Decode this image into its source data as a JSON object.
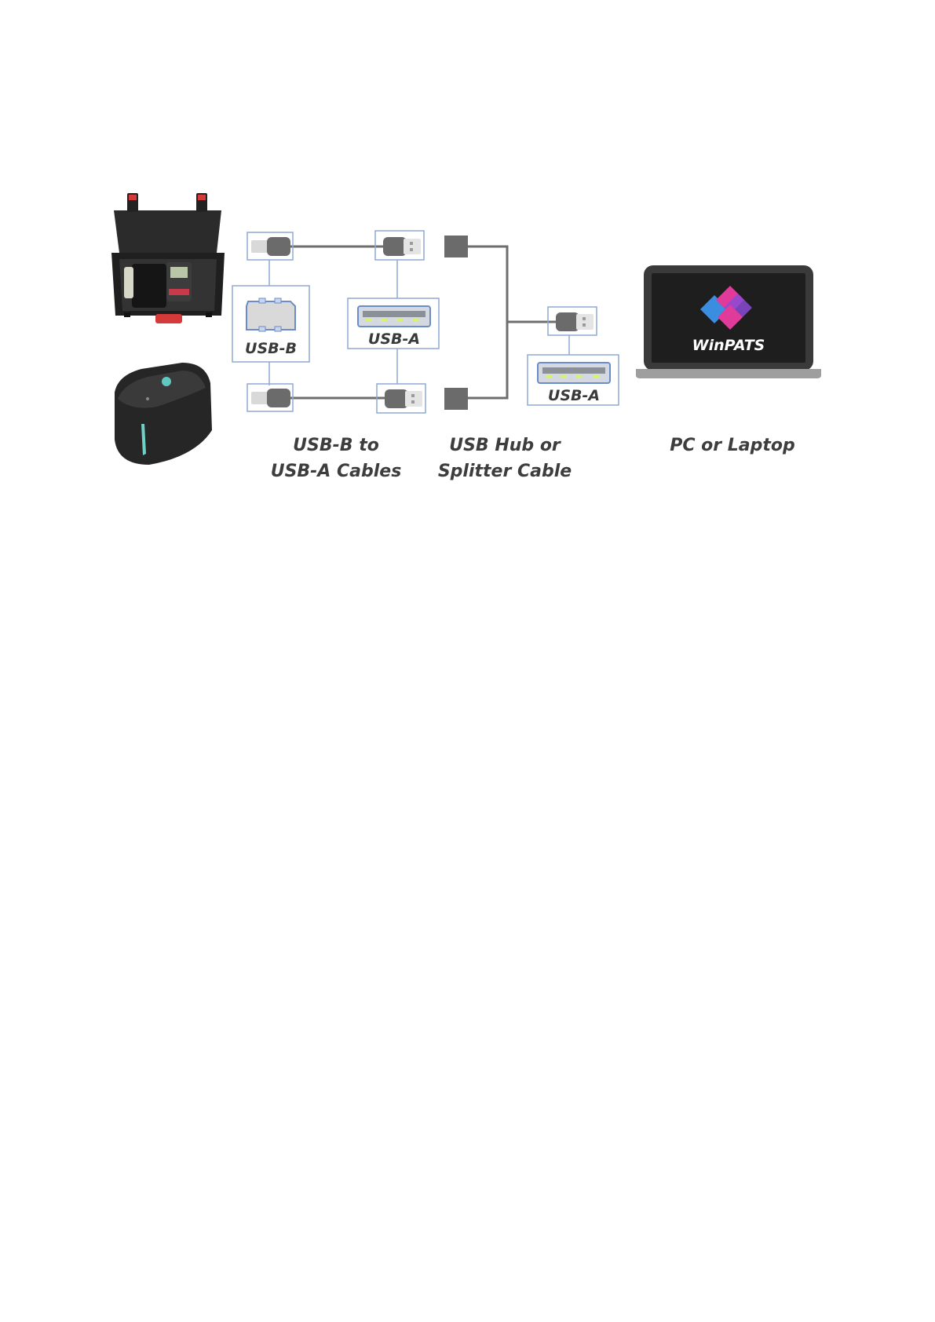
{
  "ports": {
    "usb_b": "USB-B",
    "usb_a_cable": "USB-A",
    "usb_a_hub": "USB-A"
  },
  "laptop": {
    "app_name": "WinPATS"
  },
  "captions": {
    "cables_line1": "USB-B to",
    "cables_line2": "USB-A Cables",
    "hub_line1": "USB Hub or",
    "hub_line2": "Splitter Cable",
    "pc": "PC or Laptop"
  },
  "colors": {
    "cable": "#6e6e6e",
    "callout_border": "#8fa9d6",
    "connector": "#6b6b6b",
    "pin_green": "#d6f07a",
    "logo_blue": "#3b8de0",
    "logo_pink": "#e03a9a",
    "logo_purple": "#8a4bd6"
  },
  "icons": [
    "instrument-case-icon",
    "label-printer-icon",
    "laptop-icon",
    "winpats-logo-icon"
  ]
}
